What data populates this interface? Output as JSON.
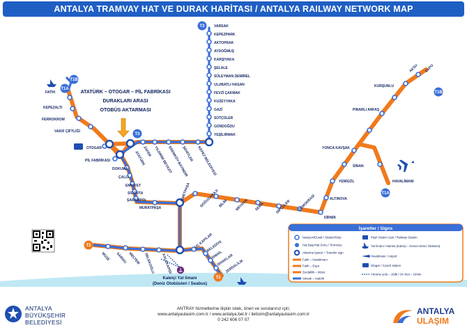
{
  "title": "ANTALYA TRAMVAY HAT VE DURAK HARİTASI / ANTALYA RAILWAY NETWORK MAP",
  "colors": {
    "orange": "#f07a1c",
    "blue": "#3a6fd8",
    "title_bg": "#1f5fc4",
    "sea": "#bfe8f4"
  },
  "annotation": [
    "ATATÜRK – OTOGAR – PİL FABRİKASI",
    "DURAKLARI ARASI",
    "OTOBÜS AKTARMASI"
  ],
  "terminals": {
    "t3_top": "T3",
    "t1b_top": "T1B",
    "t1a_top": "T1A",
    "t3_mid": "T3",
    "t1b_right": "T1B",
    "t1a_bottom": "T1A",
    "t2_left": "T2",
    "t2_bottom": "T2"
  },
  "stations": {
    "varsak": "VARSAK",
    "kepezpark": "KEPEZPARK",
    "aktoprak": "AKTOPRAK",
    "aydogmus": "AYDOĞMUŞ",
    "karsiyaka": "KARŞIYAKA",
    "selale": "ŞELALE",
    "suleyman": "SÜLEYMAN DEMİREL",
    "ulubatli": "ULUBATLI HASAN",
    "fevzi": "FEVZİ ÇAKMAK",
    "kuzeyyaka": "KUZEYYAKA",
    "gazi": "GAZİ",
    "sutculer": "SÜTÇÜLER",
    "gundogdu": "GÜNDOĞDU",
    "yesilirmak": "YEŞİLIRMAK",
    "fatih": "FATİH",
    "kepezalti": "KEPEZALTI",
    "ferrokrom": "FERROKROM",
    "vakif": "VAKIF ÇİFTLİĞİ",
    "otogar": "OTOGAR",
    "pil": "PİL FABRİKASI",
    "ataturk": "ATATÜRK",
    "zafer": "ZAFER",
    "yildirim": "YILDIRIM BEYAZIT",
    "erenkoy": "ERENKÖY-BAYINDIR",
    "sehitler": "ŞEHİTLER",
    "kepez_bel": "KEPEZ BELEDİYESİ",
    "dokuma": "DOKUMA",
    "calli": "ÇALLI",
    "emniyet": "EMNİYET",
    "sigorta": "SİGORTA",
    "sarampol": "ŞARAMPOL",
    "muratpasa": "MURATPAŞA",
    "ismetpasa": "İSMETPAŞA",
    "dogu_garaji": "DOĞUGARAJI",
    "bilim": "BİLİM",
    "meydan": "MEYDAN",
    "sema": "SEMA",
    "dipculer": "DİPÇÜLER",
    "demokrasi": "DEMOKRASİ",
    "dirnik": "DİRNİK",
    "altinova": "ALTINOVA",
    "yenigol": "YENİGÖL",
    "sinan": "SİNAN",
    "yonca": "YONCA KAVŞAK",
    "pinarli": "PINARLI ANFAŞ",
    "kursunlu": "KURŞUNLU",
    "aksu": "AKSU",
    "expo": "EXPO",
    "havalimani": "HAVALİMANI",
    "muze": "MÜZE",
    "sarisu": "SARISU",
    "meltem": "MELTEM",
    "selekoglu": "SELEKOĞLU",
    "kalekapisi": "KALEKAPISI",
    "uc_kapilar": "ÜÇ KAPILAR",
    "belediye": "BELEDİYE",
    "ismail": "İSMAİL",
    "ishaklar": "İSHAKLAR",
    "zerdalilik": "ZERDALİLİK"
  },
  "harbor": {
    "name": "Kaleiçi Yat limanı",
    "sub": "(Deniz Otobüsleri / Seabus)"
  },
  "legend": {
    "title": "İşaretler / Signs",
    "items": [
      "İstasyon/Durak / Station/Stop",
      "Hat Başı/Hat Sonu / Terminus",
      "Aktarma İşareti = Transfer sign",
      "Fatih – Havalimanı",
      "Fatih – Expo",
      "Zerdalilik – Müze",
      "Varsak – Atatürk",
      "Paylı Sistem Garı / Railway Station",
      "Yat limanı / Marina (Kaleiçi – Kemer Deniz Otobüsü)",
      "Havalimanı / Airport",
      "Otogar / Coach station",
      "Yürüme yolu – 10dk / On foot – 10min"
    ]
  },
  "footer": {
    "line1": "ANTRAY hizmetlerine ilişkin istek, öneri ve sorularınız için;",
    "line2": "www.antalyaulasim.com.tr / www.antalya.bel.tr / iletisim@antalyaulasim.com.tr",
    "phone": "0 242 606 07 07",
    "left_logo_1": "ANTALYA",
    "left_logo_2": "BÜYÜKŞEHİR",
    "left_logo_3": "BELEDİYESİ",
    "right_logo_1": "ANTALYA",
    "right_logo_2": "ULAŞIM"
  }
}
